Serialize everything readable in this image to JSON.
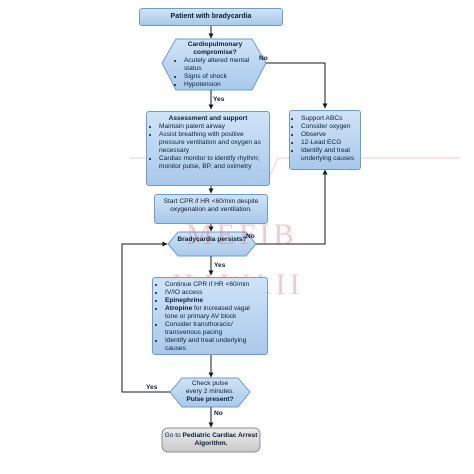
{
  "nodes": {
    "start": "Patient with bradycardia",
    "decision1": {
      "title": "Cardiopulmonary compromise?",
      "bullets": [
        "Acutely altered mental status",
        "Signs of shock",
        "Hypotension"
      ]
    },
    "assessment": {
      "title": "Assessment and support",
      "bullets": [
        "Maintain patent airway",
        "Assist breathing with positive pressure ventilation and oxygen as necessary",
        "Cardiac monitor to identify rhythm; monitor pulse, BP, and oximetry"
      ]
    },
    "support": {
      "bullets": [
        "Support ABCs",
        "Consider oxygen",
        "Observe",
        "12-Lead ECG",
        "Identify and treat underlying causes"
      ]
    },
    "cpr": "Start CPR if HR <60/min despite oxygenation and ventilation.",
    "decision2": "Bradycardia persists?",
    "treatment": {
      "items": [
        {
          "bold": "",
          "text": "Continue CPR if HR <60/min"
        },
        {
          "bold": "",
          "text": "IV/IO access"
        },
        {
          "bold": "Epinephrine",
          "text": ""
        },
        {
          "bold": "Atropine",
          "text": " for increased vagal tone or primary AV block"
        },
        {
          "bold": "",
          "text": "Consider transthoracic/ transvenous pacing"
        },
        {
          "bold": "",
          "text": "Identify and treat underlying causes"
        }
      ]
    },
    "decision3": {
      "line1": "Check pulse",
      "line2": "every 2 minutes.",
      "bold": "Pulse present?"
    },
    "end": {
      "prefix": "Go to ",
      "bold": "Pediatric Cardiac Arrest Algorithm."
    }
  },
  "labels": {
    "yes1": "Yes",
    "no1": "No",
    "yes2": "Yes",
    "no2": "No",
    "yes3": "Yes",
    "no3": "No"
  },
  "watermark": {
    "line1": "MEFIB",
    "line2": "HAWAII"
  },
  "colors": {
    "box_fill": "#b9d5f0",
    "box_border": "#6f9ccc",
    "arrow": "#1a1a1a",
    "end_fill": "#d6d6d6",
    "watermark": "#d65c68"
  }
}
